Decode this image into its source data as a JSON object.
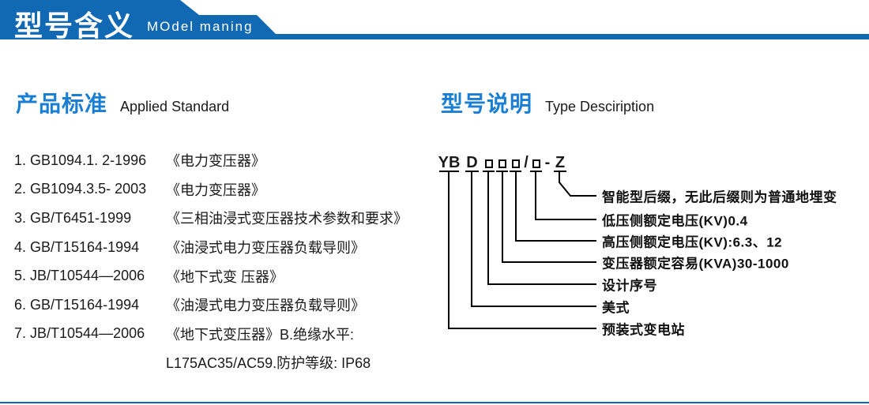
{
  "header": {
    "title": "型号含义",
    "subtitle": "MOdel maning"
  },
  "sections": {
    "standards": {
      "heading": "产品标准",
      "heading_en": "Applied Standard",
      "items": [
        {
          "code": "1. GB1094.1. 2-1996",
          "title": "《电力变压器》"
        },
        {
          "code": "2. GB1094.3.5- 2003",
          "title": "《电力变压器》"
        },
        {
          "code": "3. GB/T6451-1999",
          "title": "《三相油浸式变压器技术参数和要求》"
        },
        {
          "code": "4. GB/T15164-1994",
          "title": "《油浸式电力变压器负载导则》"
        },
        {
          "code": "5. JB/T10544—2006",
          "title": "《地下式变 压器》"
        },
        {
          "code": "6. GB/T15164-1994",
          "title": "《油漫式电力变压器负载导则》"
        },
        {
          "code": "7. JB/T10544—2006",
          "title": "《地下式变压器》B.绝缘水平:"
        },
        {
          "code": "",
          "title": "L175AC35/AC59.防护等级: IP68"
        }
      ]
    },
    "type_description": {
      "heading": "型号说明",
      "heading_en": "Type Desciription",
      "model_code": {
        "prefix": "YB",
        "style": "D",
        "slash": "/",
        "dash": "-",
        "suffix": "Z",
        "placeholder": "□"
      },
      "labels": [
        "智能型后缀，无此后缀则为普通地埋变",
        "低压侧额定电压(KV)0.4",
        "高压侧额定电压(KV):6.3、12",
        "变压器额定容易(KVA)30-1000",
        "设计序号",
        "美式",
        "预装式变电站"
      ]
    }
  },
  "colors": {
    "header_blue": "#1269b3",
    "heading_blue": "#1a7fd4",
    "text": "#1a1a1a",
    "line": "#000000"
  }
}
